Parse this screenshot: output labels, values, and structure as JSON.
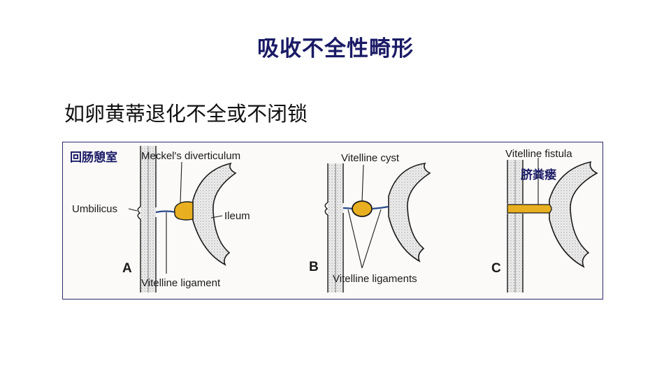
{
  "slide": {
    "title": "吸收不全性畸形",
    "subtitle": "如卵黄蒂退化不全或不闭锁"
  },
  "figure": {
    "panels": [
      {
        "letter": "A",
        "cn_label": "回肠憩室",
        "labels": {
          "top": "Meckel's diverticulum",
          "left": "Umbilicus",
          "right": "Ileum",
          "bottom": "Vitelline ligament"
        }
      },
      {
        "letter": "B",
        "labels": {
          "top": "Vitelline cyst",
          "bottom": "Vitelline ligaments"
        }
      },
      {
        "letter": "C",
        "cn_label": "脐粪瘘",
        "labels": {
          "top": "Vitelline fistula"
        }
      }
    ],
    "colors": {
      "yellow_fill": "#e8b020",
      "ligament": "#2a4a8a",
      "outline": "#1a1a1a",
      "border": "#2a2a70"
    }
  }
}
